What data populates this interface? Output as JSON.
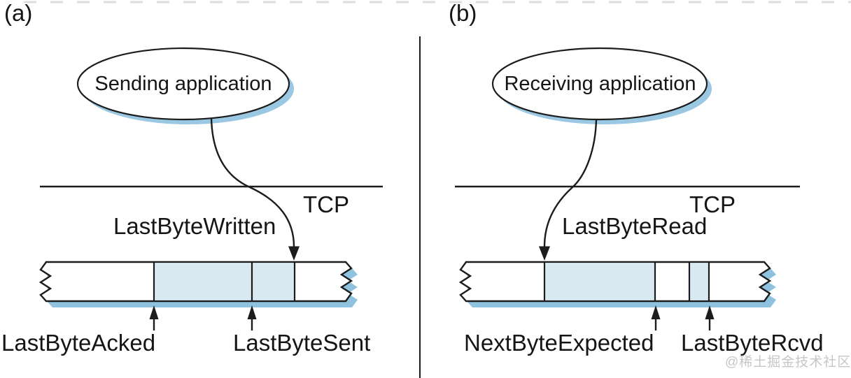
{
  "colors": {
    "buffer_fill": "#d9e9f2",
    "shadow_blue": "#8fc2de",
    "stroke": "#1c1c1c",
    "watermark_gray": "#c6c6c6"
  },
  "panel_a": {
    "label": "(a)",
    "application_label": "Sending application",
    "tcp_label": "TCP",
    "top_pointer_label": "LastByteWritten",
    "bottom_left_pointer_label": "LastByteAcked",
    "bottom_right_pointer_label": "LastByteSent"
  },
  "panel_b": {
    "label": "(b)",
    "application_label": "Receiving application",
    "tcp_label": "TCP",
    "top_pointer_label": "LastByteRead",
    "bottom_left_pointer_label": "NextByteExpected",
    "bottom_right_pointer_label": "LastByteRcvd"
  },
  "watermark": "@稀土掘金技术社区"
}
